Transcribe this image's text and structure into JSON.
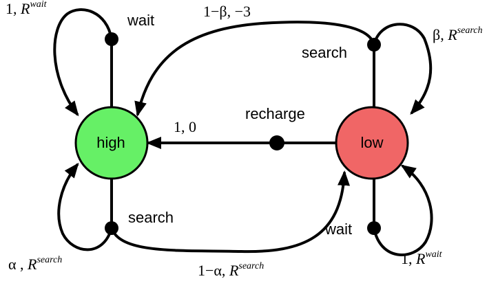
{
  "states": {
    "high": {
      "label": "high",
      "color": "#66f066"
    },
    "low": {
      "label": "low",
      "color": "#f06666"
    }
  },
  "actions": {
    "high_wait": "wait",
    "high_search": "search",
    "low_search": "search",
    "low_wait": "wait",
    "low_recharge": "recharge"
  },
  "transitions": {
    "high_wait_loop": {
      "prefix": "1, ",
      "reward": "R",
      "sup": "wait"
    },
    "high_search_loop": {
      "prefix": "α , ",
      "reward": "R",
      "sup": "search"
    },
    "high_search_to_low": {
      "prefix": "1−α, ",
      "reward": "R",
      "sup": "search"
    },
    "low_search_to_high": {
      "prefix": "1−β, −3",
      "reward": "",
      "sup": ""
    },
    "low_search_loop": {
      "prefix": "β, ",
      "reward": "R",
      "sup": "search"
    },
    "low_wait_loop": {
      "prefix": "1, ",
      "reward": "R",
      "sup": "wait"
    },
    "low_recharge_to_high": {
      "prefix": "1,  0",
      "reward": "",
      "sup": ""
    }
  },
  "colors": {
    "edge": "#000000",
    "high_fill": "#66f066",
    "low_fill": "#f06666"
  }
}
